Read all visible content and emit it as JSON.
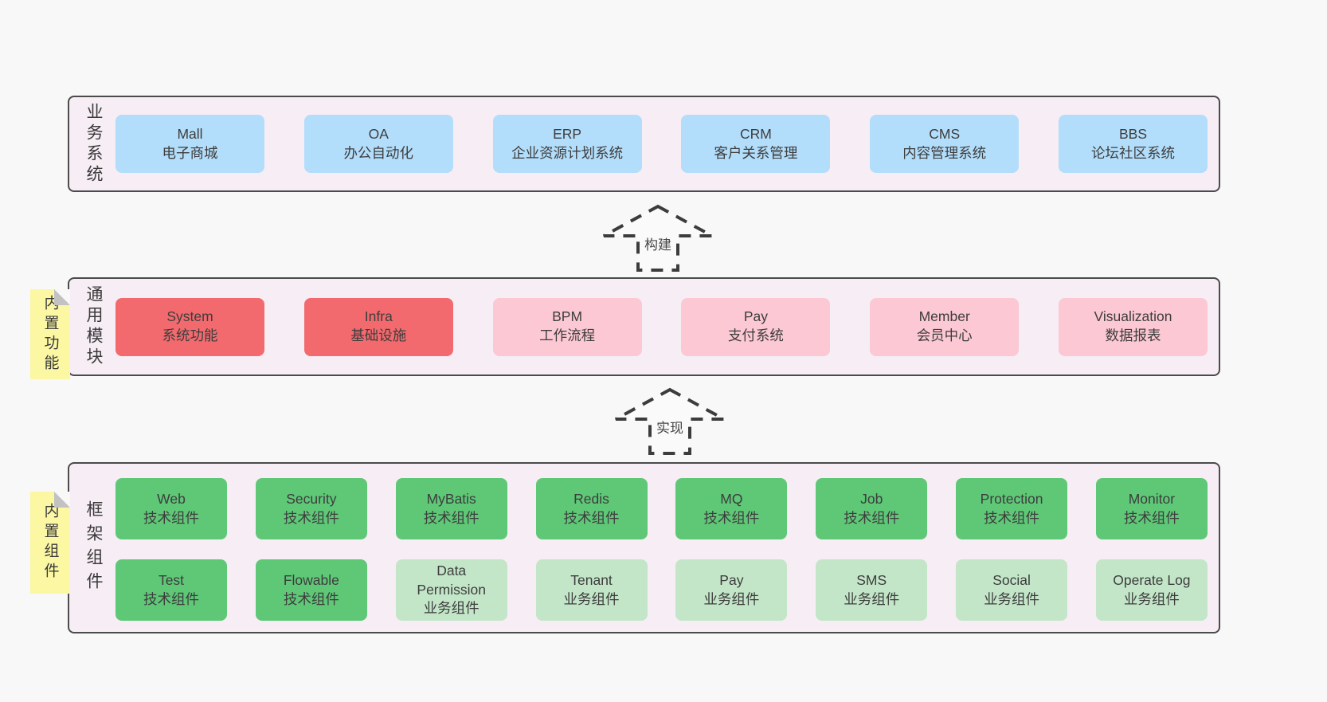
{
  "colors": {
    "page_bg": "#f8f8f8",
    "section_bg": "#f7edf5",
    "section_border": "#4b4b4b",
    "blue_box": "#b3defb",
    "red_box": "#f26a6e",
    "pink_box": "#fcc8d3",
    "green_box": "#5ec877",
    "light_green_box": "#c3e6c8",
    "tag_yellow": "#fbf7a3",
    "text": "#3d3d3d"
  },
  "sections": {
    "business": {
      "label": "业务系统",
      "boxes": [
        {
          "title": "Mall",
          "subtitle": "电子商城"
        },
        {
          "title": "OA",
          "subtitle": "办公自动化"
        },
        {
          "title": "ERP",
          "subtitle": "企业资源计划系统"
        },
        {
          "title": "CRM",
          "subtitle": "客户关系管理"
        },
        {
          "title": "CMS",
          "subtitle": "内容管理系统"
        },
        {
          "title": "BBS",
          "subtitle": "论坛社区系统"
        }
      ]
    },
    "modules": {
      "label": "通用模块",
      "tag": "内置功能",
      "boxes": [
        {
          "title": "System",
          "subtitle": "系统功能"
        },
        {
          "title": "Infra",
          "subtitle": "基础设施"
        },
        {
          "title": "BPM",
          "subtitle": "工作流程"
        },
        {
          "title": "Pay",
          "subtitle": "支付系统"
        },
        {
          "title": "Member",
          "subtitle": "会员中心"
        },
        {
          "title": "Visualization",
          "subtitle": "数据报表"
        }
      ]
    },
    "framework": {
      "label": "框架组件",
      "tag": "内置组件",
      "row1": [
        {
          "title": "Web",
          "subtitle": "技术组件"
        },
        {
          "title": "Security",
          "subtitle": "技术组件"
        },
        {
          "title": "MyBatis",
          "subtitle": "技术组件"
        },
        {
          "title": "Redis",
          "subtitle": "技术组件"
        },
        {
          "title": "MQ",
          "subtitle": "技术组件"
        },
        {
          "title": "Job",
          "subtitle": "技术组件"
        },
        {
          "title": "Protection",
          "subtitle": "技术组件"
        },
        {
          "title": "Monitor",
          "subtitle": "技术组件"
        }
      ],
      "row2": [
        {
          "title": "Test",
          "subtitle": "技术组件"
        },
        {
          "title": "Flowable",
          "subtitle": "技术组件"
        },
        {
          "title": "Data Permission",
          "subtitle": "业务组件"
        },
        {
          "title": "Tenant",
          "subtitle": "业务组件"
        },
        {
          "title": "Pay",
          "subtitle": "业务组件"
        },
        {
          "title": "SMS",
          "subtitle": "业务组件"
        },
        {
          "title": "Social",
          "subtitle": "业务组件"
        },
        {
          "title": "Operate Log",
          "subtitle": "业务组件"
        }
      ]
    }
  },
  "arrows": {
    "build": "构建",
    "implement": "实现"
  }
}
